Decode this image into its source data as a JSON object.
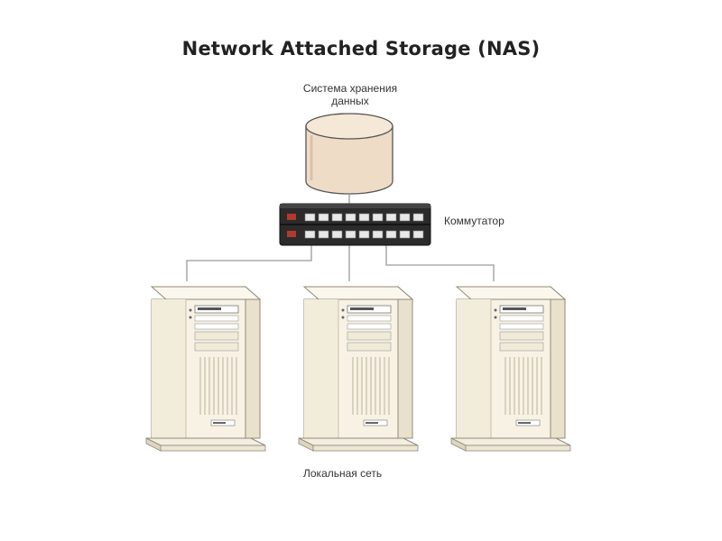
{
  "diagram": {
    "title": "Network Attached Storage (NAS)",
    "storage_label_line1": "Система хранения",
    "storage_label_line2": "данных",
    "switch_label": "Коммутатор",
    "lan_label": "Локальная сеть",
    "servers": [
      "server-left",
      "server-center",
      "server-right"
    ]
  },
  "colors": {
    "cylinder_fill": "#efdcc7",
    "cylinder_stroke": "#555555",
    "switch_body": "#2b2b2b",
    "server_front": "#f7f2e4",
    "server_side": "#e9e1cc",
    "line": "#9a9a9a"
  }
}
